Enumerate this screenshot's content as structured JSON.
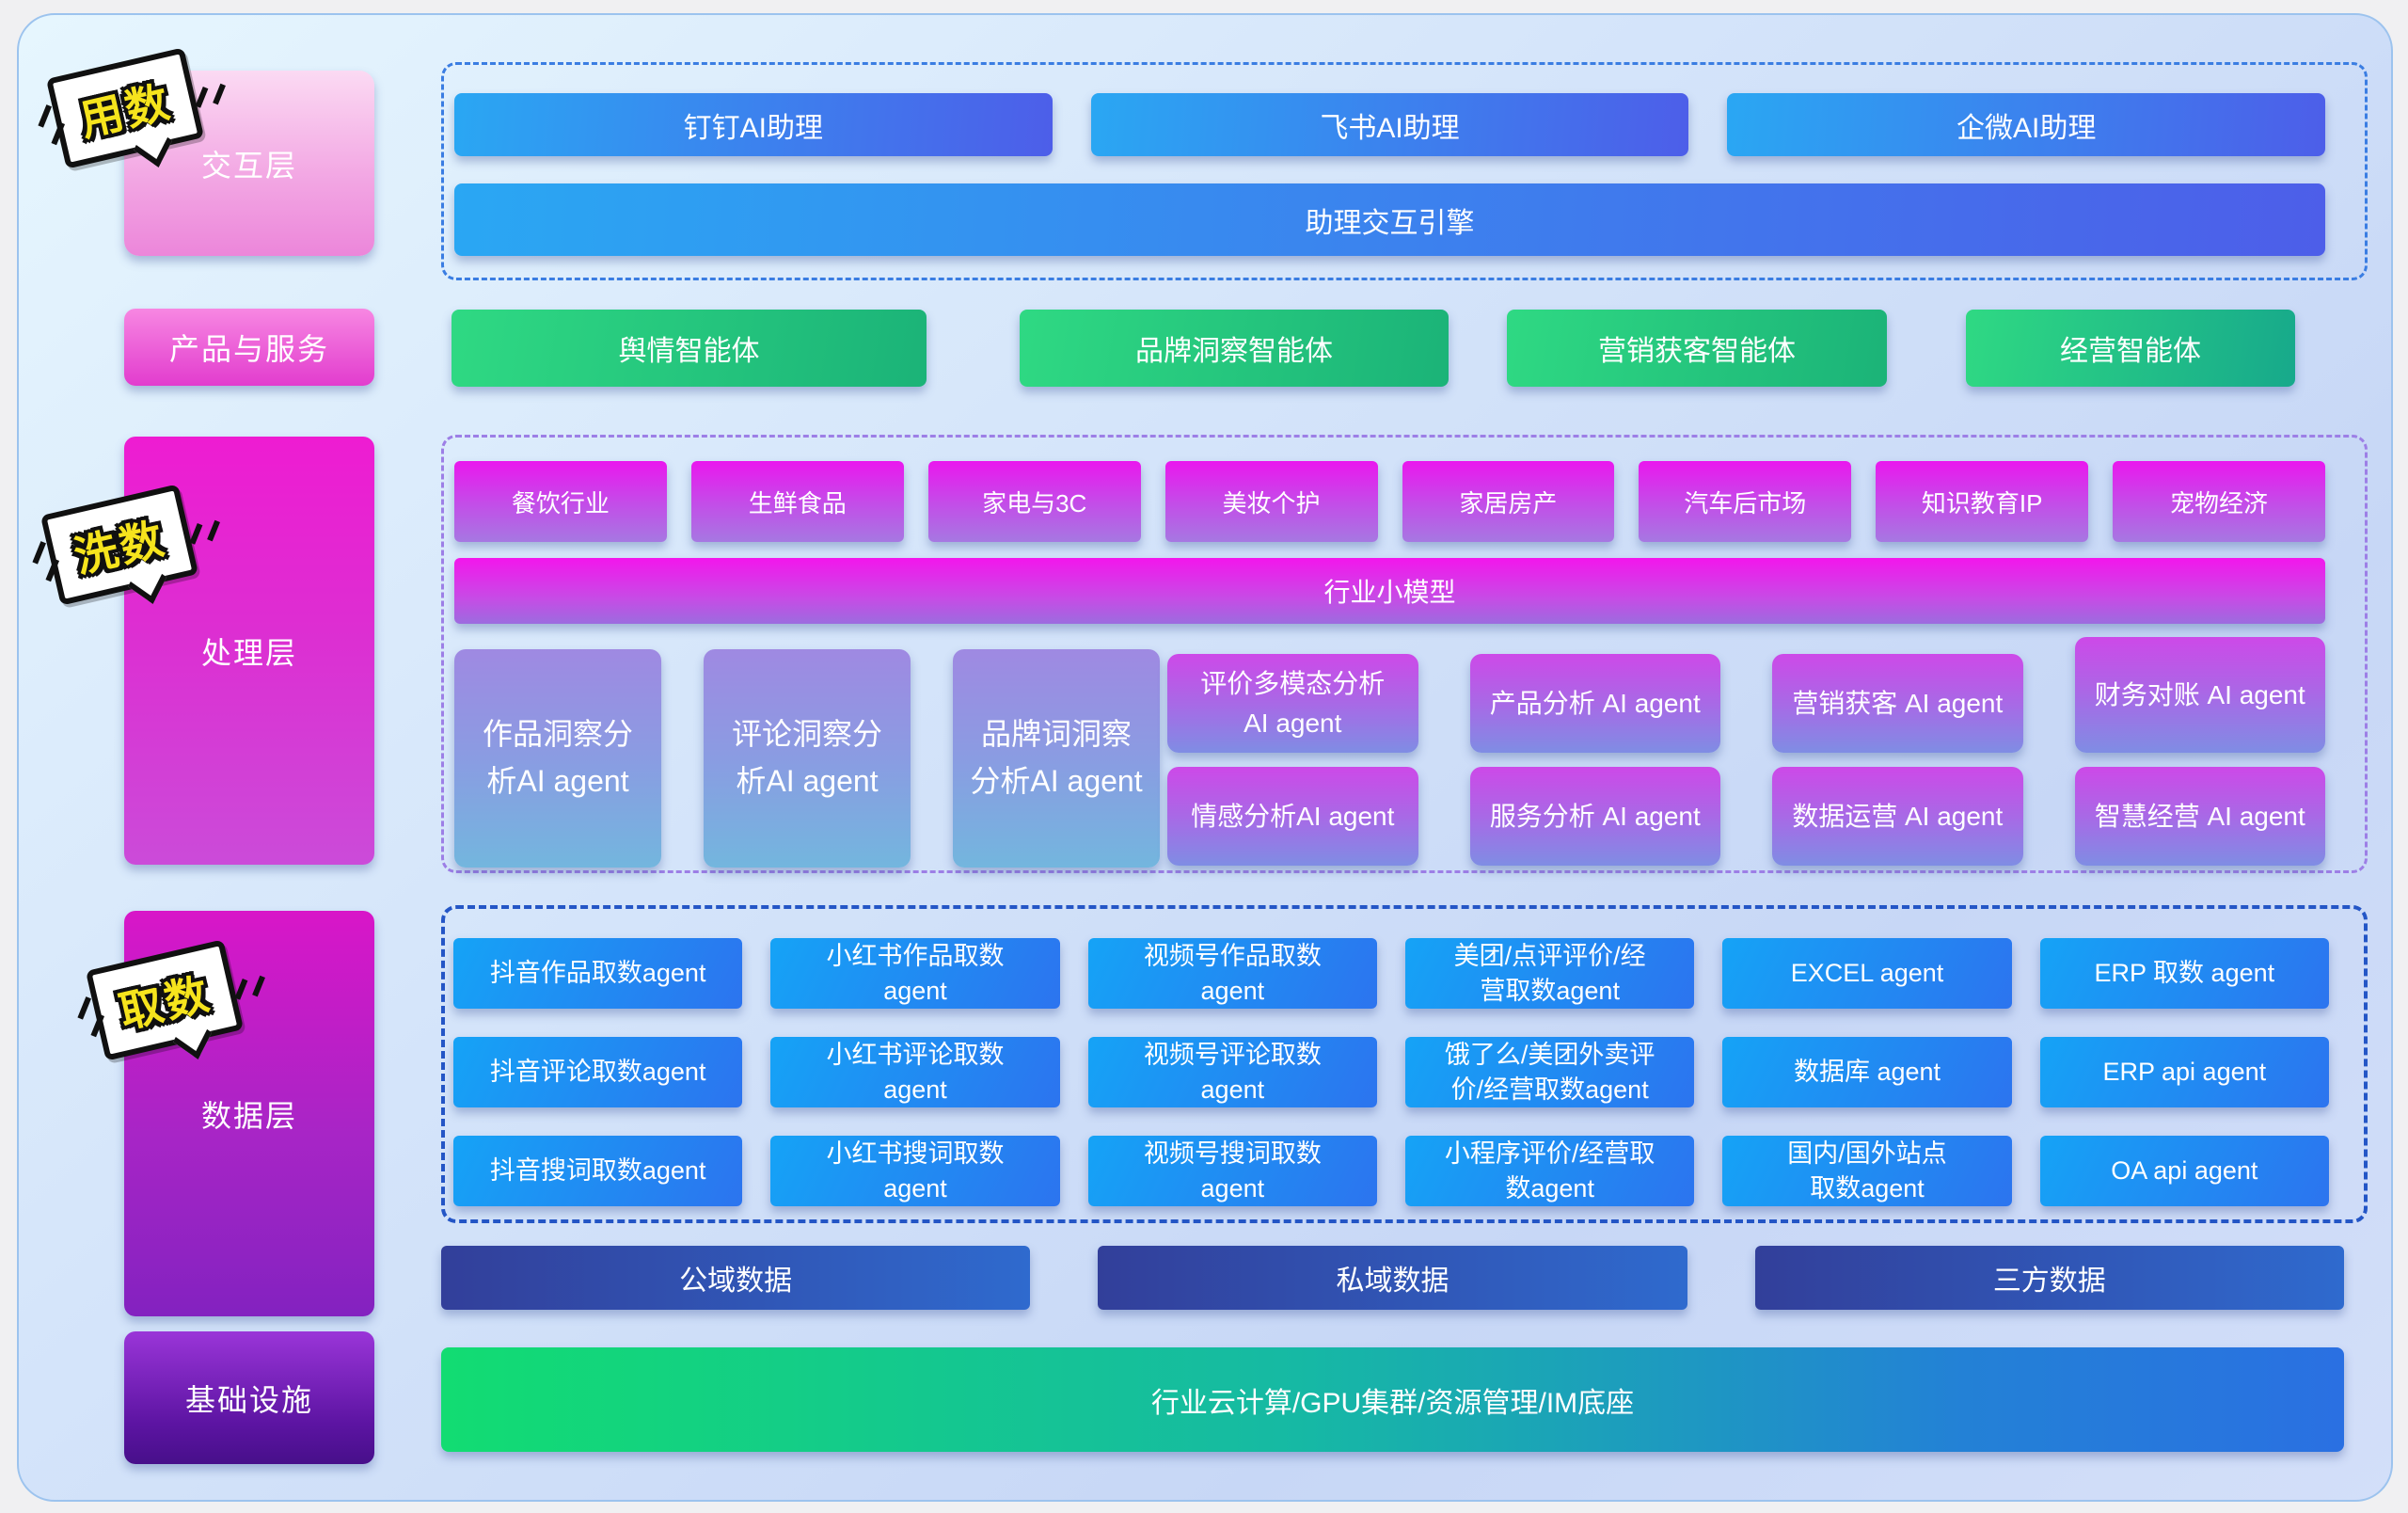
{
  "stickers": {
    "use": "用数",
    "clean": "洗数",
    "fetch": "取数"
  },
  "layer_labels": {
    "interaction": "交互层",
    "products": "产品与服务",
    "processing": "处理层",
    "data": "数据层",
    "infrastructure": "基础设施"
  },
  "interaction": {
    "assistants": [
      "钉钉AI助理",
      "飞书AI助理",
      "企微AI助理"
    ],
    "engine": "助理交互引擎"
  },
  "products": [
    "舆情智能体",
    "品牌洞察智能体",
    "营销获客智能体",
    "经营智能体"
  ],
  "processing": {
    "industries": [
      "餐饮行业",
      "生鲜食品",
      "家电与3C",
      "美妆个护",
      "家居房产",
      "汽车后市场",
      "知识教育IP",
      "宠物经济"
    ],
    "model_bar": "行业小模型",
    "insight_agents": [
      "作品洞察分\n析AI agent",
      "评论洞察分\n析AI agent",
      "品牌词洞察\n分析AI agent"
    ],
    "agent_rows": [
      [
        "评价多模态分析\nAI agent",
        "产品分析 AI agent",
        "营销获客 AI agent",
        "财务对账 AI agent"
      ],
      [
        "情感分析AI agent",
        "服务分析 AI agent",
        "数据运营 AI agent",
        "智慧经营 AI agent"
      ]
    ]
  },
  "data_layer": {
    "agent_rows": [
      [
        "抖音作品取数agent",
        "小红书作品取数\nagent",
        "视频号作品取数\nagent",
        "美团/点评评价/经\n营取数agent",
        "EXCEL agent",
        "ERP 取数 agent"
      ],
      [
        "抖音评论取数agent",
        "小红书评论取数\nagent",
        "视频号评论取数\nagent",
        "饿了么/美团外卖评\n价/经营取数agent",
        "数据库 agent",
        "ERP api agent"
      ],
      [
        "抖音搜词取数agent",
        "小红书搜词取数\nagent",
        "视频号搜词取数\nagent",
        "小程序评价/经营取\n数agent",
        "国内/国外站点\n取数agent",
        "OA api agent"
      ]
    ],
    "domains": [
      "公域数据",
      "私域数据",
      "三方数据"
    ]
  },
  "infrastructure_bar": "行业云计算/GPU集群/资源管理/IM底座",
  "colors": {
    "assistant_blue_gradient": [
      "#2aa7f3",
      "#4d5ee9"
    ],
    "agent_green": "#2bd481",
    "industry_magenta": "#ea17ee",
    "data_box_blue": [
      "#15a3f6",
      "#2c74ef"
    ],
    "domain_bar_blue": [
      "#323f9a",
      "#2f6ace"
    ],
    "infra_green_blue": [
      "#12dc72",
      "#2a70e2"
    ],
    "dashed_interaction": "#3a7de2",
    "dashed_processing": "#9d7fe6",
    "dashed_data": "#2456c6",
    "sticker_yellow": "#f6e41d"
  }
}
